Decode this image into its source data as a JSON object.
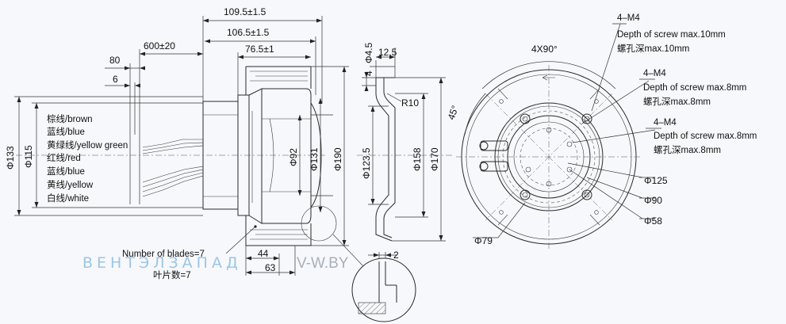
{
  "dimensions": {
    "len_109": "109.5±1.5",
    "len_106": "106.5±1.5",
    "len_76": "76.5±1",
    "cable_600": "600±20",
    "cable_80": "80",
    "cable_6": "6",
    "d133": "Φ133",
    "d115": "Φ115",
    "d92": "Φ92",
    "d131": "Φ131",
    "d190": "Φ190",
    "d123": "Φ123.5",
    "d158": "Φ158",
    "d170": "Φ170",
    "r10": "R10",
    "t4": "4",
    "h45": "Φ4.5",
    "w12": "12.5",
    "w44": "44",
    "w63": "63",
    "gap2": "2",
    "angle_4x90": "4X90°",
    "angle_45": "45°",
    "d125": "Φ125",
    "d90": "Φ90",
    "d58": "Φ58",
    "d79": "Φ79"
  },
  "wires": [
    "棕线/brown",
    "蓝线/blue",
    "黄绿线/yellow green",
    "红线/red",
    "蓝线/blue",
    "黄线/yellow",
    "白线/white"
  ],
  "notes": {
    "m4_1_title": "4–M4",
    "m4_1_en": "Depth of screw max.10mm",
    "m4_1_cn": "螺孔深max.10mm",
    "m4_2_title": "4–M4",
    "m4_2_en": "Depth of screw max.8mm",
    "m4_2_cn": "螺孔深max.8mm",
    "m4_3_title": "4–M4",
    "m4_3_en": "Depth of screw max.8mm",
    "m4_3_cn": "螺孔深max.8mm",
    "blades_en": "Number of blades=7",
    "blades_cn": "叶片数=7"
  },
  "watermark": {
    "brand": "ВЕНТЭЛЗАПАД",
    "site": "V-W.BY"
  },
  "colors": {
    "background": "#f7f8fb",
    "line": "#2a2a2a",
    "watermark_brand": "#9cc6e6",
    "watermark_site": "#a8b0ba"
  }
}
